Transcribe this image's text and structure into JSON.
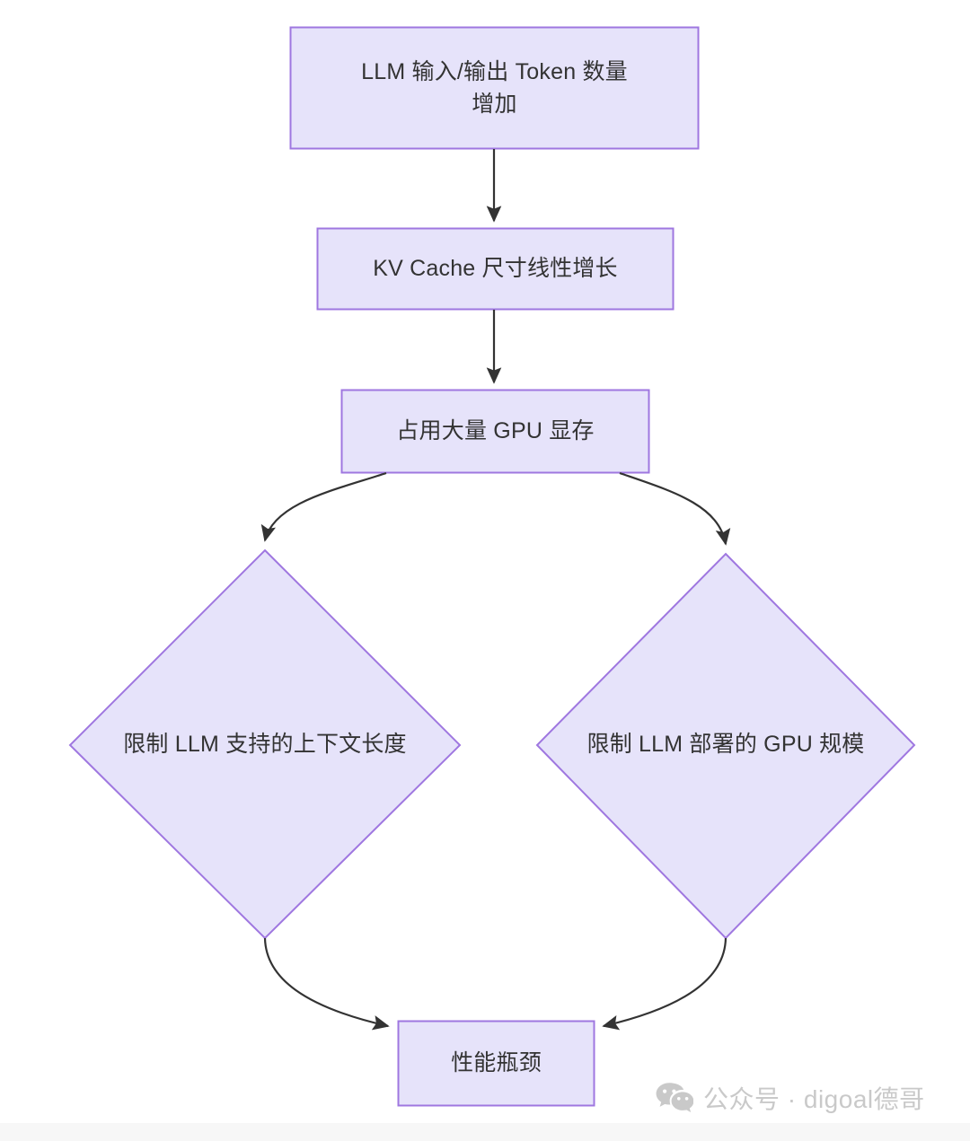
{
  "diagram": {
    "type": "flowchart",
    "direction": "top-to-bottom",
    "theme": {
      "node_fill": "#e6e3fa",
      "node_stroke": "#9f77e0",
      "edge_color": "#333333",
      "text_color": "#333333",
      "background": "#ffffff"
    },
    "nodes": [
      {
        "id": "n1",
        "shape": "rect",
        "label": "LLM 输入/输出 Token 数量\n增加"
      },
      {
        "id": "n2",
        "shape": "rect",
        "label": "KV Cache 尺寸线性增长"
      },
      {
        "id": "n3",
        "shape": "rect",
        "label": "占用大量 GPU 显存"
      },
      {
        "id": "n4",
        "shape": "diamond",
        "label": "限制 LLM 支持的上下文长度"
      },
      {
        "id": "n5",
        "shape": "diamond",
        "label": "限制 LLM 部署的 GPU 规模"
      },
      {
        "id": "n6",
        "shape": "rect",
        "label": "性能瓶颈"
      }
    ],
    "edges": [
      {
        "from": "n1",
        "to": "n2",
        "style": "straight",
        "arrow": "filled"
      },
      {
        "from": "n2",
        "to": "n3",
        "style": "straight",
        "arrow": "filled"
      },
      {
        "from": "n3",
        "to": "n4",
        "style": "curved",
        "arrow": "filled"
      },
      {
        "from": "n3",
        "to": "n5",
        "style": "curved",
        "arrow": "filled"
      },
      {
        "from": "n4",
        "to": "n6",
        "style": "curved",
        "arrow": "filled"
      },
      {
        "from": "n5",
        "to": "n6",
        "style": "curved",
        "arrow": "filled"
      }
    ]
  },
  "watermark": {
    "icon": "wechat-icon",
    "text": "公众号 · digoal德哥",
    "color": "#c9c9c9"
  }
}
